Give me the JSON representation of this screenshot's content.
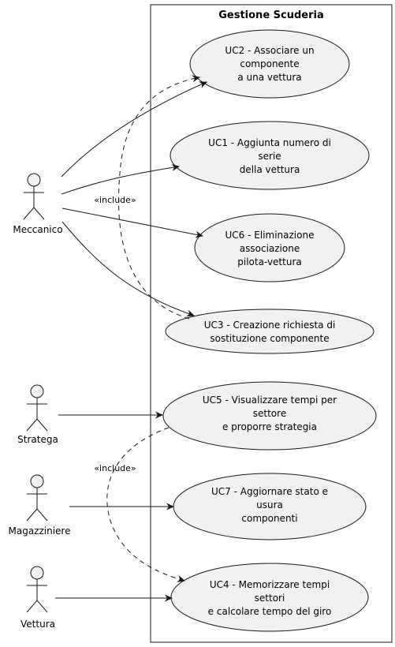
{
  "system": {
    "title": "Gestione Scuderia"
  },
  "actors": {
    "meccanico": "Meccanico",
    "stratega": "Stratega",
    "magazziniere": "Magazziniere",
    "vettura": "Vettura"
  },
  "use_cases": {
    "uc2": [
      "UC2 - Associare un",
      "componente",
      "a una vettura"
    ],
    "uc1": [
      "UC1 - Aggiunta numero di",
      "serie",
      "della vettura"
    ],
    "uc6": [
      "UC6 - Eliminazione",
      "associazione",
      "pilota-vettura"
    ],
    "uc3": [
      "UC3 - Creazione richiesta di",
      "sostituzione componente"
    ],
    "uc5": [
      "UC5 - Visualizzare tempi per",
      "settore",
      "e proporre strategia"
    ],
    "uc7": [
      "UC7 - Aggiornare stato e",
      "usura",
      "componenti"
    ],
    "uc4": [
      "UC4 - Memorizzare tempi",
      "settori",
      "e calcolare tempo del giro"
    ]
  },
  "relations": {
    "include_top": "«include»",
    "include_bottom": "«include»"
  },
  "colors": {
    "fill": "#f1f1f1",
    "stroke": "#181818",
    "background": "#ffffff"
  }
}
